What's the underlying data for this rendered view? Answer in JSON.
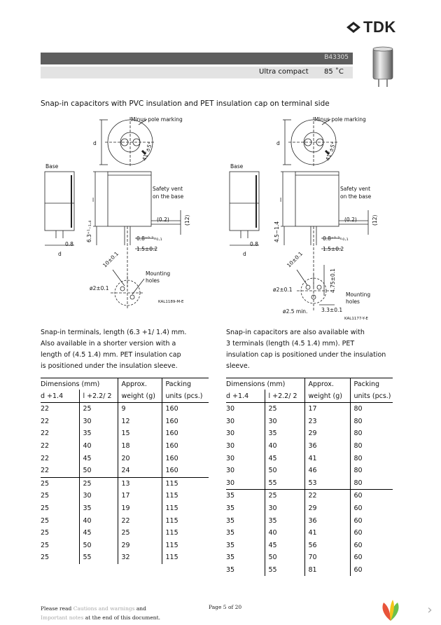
{
  "header": {
    "brand": "TDK",
    "part_number": "B43305",
    "series": "Ultra compact",
    "temperature": "85 ˚C"
  },
  "heading": "Snap-in capacitors with PVC insulation and PET insulation cap on terminal side",
  "drawing_left": {
    "d": "d",
    "l": "l",
    "angle": "41°±5°",
    "minus_pole": "Minus pole marking",
    "base": "Base",
    "safety_vent": "Safety vent",
    "on_base": "on the base",
    "lead_len": "6.3⁺¹₋₁.₄",
    "gap": "(0.2)",
    "twelve": "(12)",
    "lead_w": "0.8⁺⁰·²₋₀.₁",
    "lead_pitch": "1.5±0.2",
    "side_d": "d",
    "side_08": "0.8",
    "spacing": "10±0.1",
    "hole": "ø2±0.1",
    "mounting": "Mounting",
    "holes": "holes",
    "code": "KAL1189-M-E"
  },
  "drawing_right": {
    "d": "d",
    "l": "l",
    "angle": "41°±5°",
    "minus_pole": "Minus pole marking",
    "base": "Base",
    "safety_vent": "Safety vent",
    "on_base": "on the base",
    "lead_len": "4.5−1.4",
    "gap": "(0.2)",
    "twelve": "(12)",
    "lead_w": "0.8⁺⁰·²₋₀.₁",
    "lead_pitch": "1.5±0.2",
    "side_d": "d",
    "side_08": "0.8",
    "spacing": "10±0.1",
    "hole": "ø2±0.1",
    "hole_min": "ø2.5 min.",
    "y_dim": "4.75±0.1",
    "x_dim": "3.3±0.1",
    "mounting": "Mounting",
    "holes": "holes",
    "code": "KAL1177-Y-E"
  },
  "left_text": [
    "Snap-in terminals, length (6.3 +1/         1.4) mm.",
    "Also available in a shorter version with a",
    "length of (4.5          1.4) mm. PET insulation cap",
    "is positioned under the insulation sleeve."
  ],
  "right_text": [
    "Snap-in capacitors are also available with",
    "3 terminals (length (4.5          1.4) mm). PET",
    "insulation cap is positioned under the insulation",
    "sleeve."
  ],
  "table_headers": {
    "dimensions": "Dimensions (mm)",
    "approx": "Approx.",
    "packing": "Packing",
    "d": "d +1.4",
    "l": "l +2.2/    2",
    "weight": "weight (g)",
    "units": "units (pcs.)"
  },
  "left_table": [
    [
      "22",
      "25",
      "  9",
      "160"
    ],
    [
      "22",
      "30",
      "12",
      "160"
    ],
    [
      "22",
      "35",
      "15",
      "160"
    ],
    [
      "22",
      "40",
      "18",
      "160"
    ],
    [
      "22",
      "45",
      "20",
      "160"
    ],
    [
      "22",
      "50",
      "24",
      "160"
    ],
    [
      "25",
      "25",
      "13",
      "115"
    ],
    [
      "25",
      "30",
      "17",
      "115"
    ],
    [
      "25",
      "35",
      "19",
      "115"
    ],
    [
      "25",
      "40",
      "22",
      "115"
    ],
    [
      "25",
      "45",
      "25",
      "115"
    ],
    [
      "25",
      "50",
      "29",
      "115"
    ],
    [
      "25",
      "55",
      "32",
      "115"
    ]
  ],
  "right_table": [
    [
      "30",
      "25",
      "17",
      "80"
    ],
    [
      "30",
      "30",
      "23",
      "80"
    ],
    [
      "30",
      "35",
      "29",
      "80"
    ],
    [
      "30",
      "40",
      "36",
      "80"
    ],
    [
      "30",
      "45",
      "41",
      "80"
    ],
    [
      "30",
      "50",
      "46",
      "80"
    ],
    [
      "30",
      "55",
      "53",
      "80"
    ],
    [
      "35",
      "25",
      "22",
      "60"
    ],
    [
      "35",
      "30",
      "29",
      "60"
    ],
    [
      "35",
      "35",
      "36",
      "60"
    ],
    [
      "35",
      "40",
      "41",
      "60"
    ],
    [
      "35",
      "45",
      "56",
      "60"
    ],
    [
      "35",
      "50",
      "70",
      "60"
    ],
    [
      "35",
      "55",
      "81",
      "60"
    ]
  ],
  "footer": {
    "line1a": "Please read ",
    "line1b": "Cautions and warnings",
    "line1c": " and",
    "line2a": "Important notes",
    "line2b": " at the end of this document.",
    "page": "Page 5 of 20"
  },
  "colors": {
    "header_dark": "#5e5e5e",
    "header_light": "#e3e3e3",
    "widget_red": "#e8533a",
    "widget_yellow": "#f5c518",
    "widget_green": "#6cc04a"
  }
}
